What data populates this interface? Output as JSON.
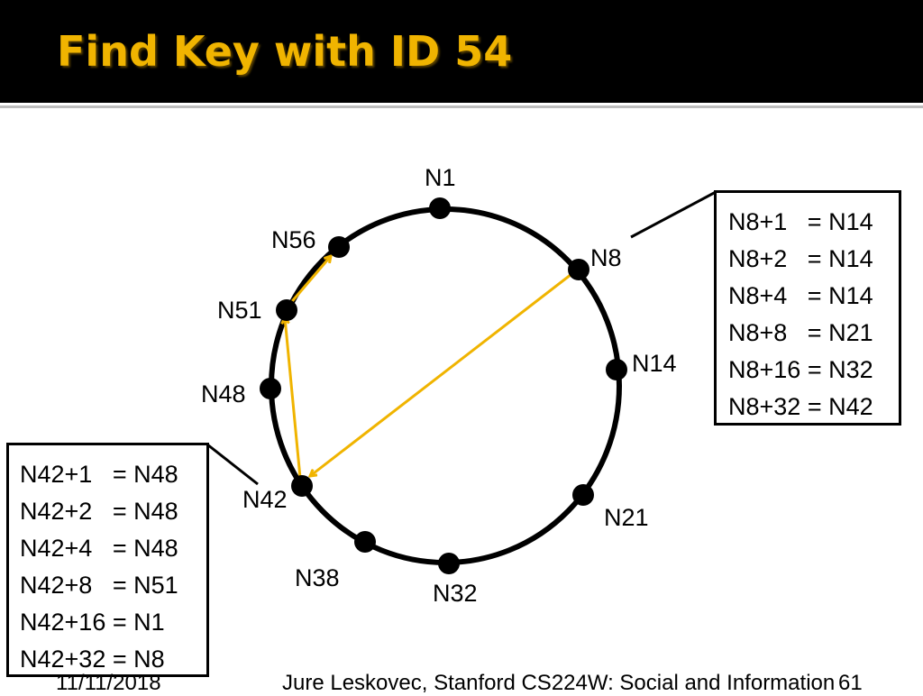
{
  "slide": {
    "title": "Find Key with ID 54",
    "footer": {
      "date": "11/11/2018",
      "credit": "Jure Leskovec, Stanford CS224W: Social and Information",
      "page": "61"
    }
  },
  "colors": {
    "title": "#f0b400",
    "arrow": "#f0b400",
    "ring": "#000000",
    "background": "#ffffff",
    "title_bar": "#000000"
  },
  "ring_nodes": [
    "N1",
    "N8",
    "N14",
    "N21",
    "N32",
    "N38",
    "N42",
    "N48",
    "N51",
    "N56"
  ],
  "lookup_path": [
    {
      "from": "N8",
      "to": "N42"
    },
    {
      "from": "N42",
      "to": "N51"
    },
    {
      "from": "N51",
      "to": "N56"
    }
  ],
  "finger_tables": {
    "n8": {
      "rows": [
        "N8+1   = N14",
        "N8+2   = N14",
        "N8+4   = N14",
        "N8+8   = N21",
        "N8+16 = N32",
        "N8+32 = N42"
      ]
    },
    "n42": {
      "rows": [
        "N42+1   = N48",
        "N42+2   = N48",
        "N42+4   = N48",
        "N42+8   = N51",
        "N42+16 = N1",
        "N42+32 = N8"
      ]
    }
  }
}
